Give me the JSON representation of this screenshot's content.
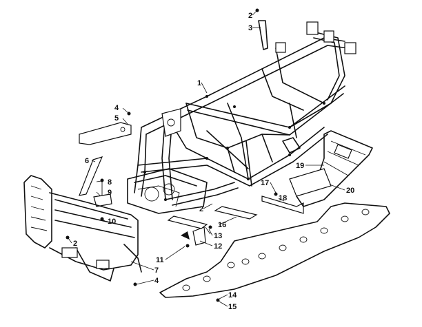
{
  "callouts": [
    {
      "id": "c1",
      "text": "1"
    },
    {
      "id": "c2a",
      "text": "2"
    },
    {
      "id": "c3",
      "text": "3"
    },
    {
      "id": "c4a",
      "text": "4"
    },
    {
      "id": "c5",
      "text": "5"
    },
    {
      "id": "c6",
      "text": "6"
    },
    {
      "id": "c8",
      "text": "8"
    },
    {
      "id": "c9",
      "text": "9"
    },
    {
      "id": "c10",
      "text": "10"
    },
    {
      "id": "c2b",
      "text": "2"
    },
    {
      "id": "c2c",
      "text": "2"
    },
    {
      "id": "c11",
      "text": "11"
    },
    {
      "id": "c7",
      "text": "7"
    },
    {
      "id": "c4b",
      "text": "4"
    },
    {
      "id": "c12",
      "text": "12"
    },
    {
      "id": "c13",
      "text": "13"
    },
    {
      "id": "c16",
      "text": "16"
    },
    {
      "id": "c17",
      "text": "17"
    },
    {
      "id": "c18",
      "text": "18"
    },
    {
      "id": "c19",
      "text": "19"
    },
    {
      "id": "c20",
      "text": "20"
    },
    {
      "id": "c14",
      "text": "14"
    },
    {
      "id": "c15",
      "text": "15"
    }
  ]
}
